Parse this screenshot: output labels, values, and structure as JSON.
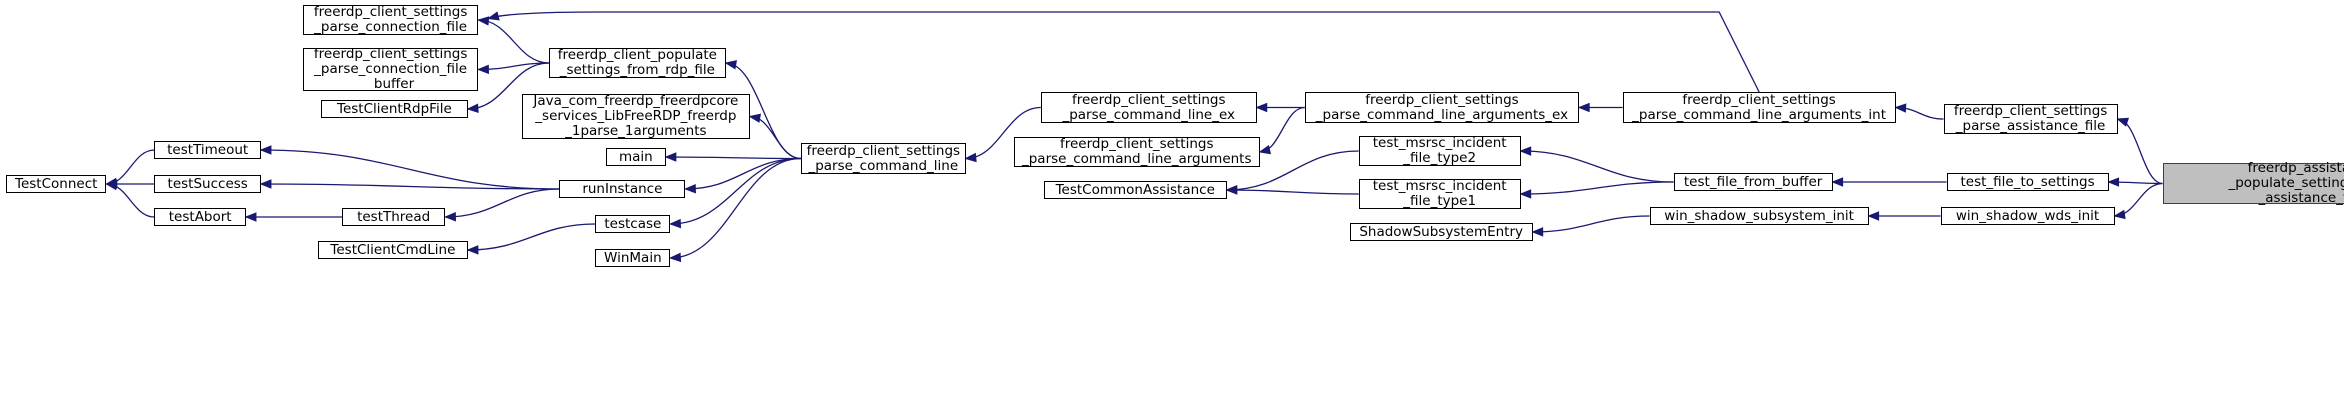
{
  "graph": {
    "edge_color": "#191970",
    "root_fill": "#bfbfbf",
    "node_fill": "#ffffff",
    "nodes": {
      "root": [
        "freerdp_assistance",
        "_populate_settings_from",
        "_assistance_file"
      ],
      "parse_assistance_file": [
        "freerdp_client_settings",
        "_parse_assistance_file"
      ],
      "file_to_settings": [
        "test_file_to_settings"
      ],
      "wds_init": [
        "win_shadow_wds_init"
      ],
      "args_int": [
        "freerdp_client_settings",
        "_parse_command_line_arguments_int"
      ],
      "file_from_buffer": [
        "test_file_from_buffer"
      ],
      "subsystem_init": [
        "win_shadow_subsystem_init"
      ],
      "parse_connection_file": [
        "freerdp_client_settings",
        "_parse_connection_file"
      ],
      "args_ex": [
        "freerdp_client_settings",
        "_parse_command_line_arguments_ex"
      ],
      "incident_type2": [
        "test_msrsc_incident",
        "_file_type2"
      ],
      "common_assistance": [
        "TestCommonAssistance"
      ],
      "incident_type1": [
        "test_msrsc_incident",
        "_file_type1"
      ],
      "shadow_entry": [
        "ShadowSubsystemEntry"
      ],
      "line_ex": [
        "freerdp_client_settings",
        "_parse_command_line_ex"
      ],
      "line_args": [
        "freerdp_client_settings",
        "_parse_command_line_arguments"
      ],
      "parse_command_line": [
        "freerdp_client_settings",
        "_parse_command_line"
      ],
      "populate_rdp": [
        "freerdp_client_populate",
        "_settings_from_rdp_file"
      ],
      "java": [
        "Java_com_freerdp_freerdpcore",
        "_services_LibFreeRDP_freerdp",
        "_1parse_1arguments"
      ],
      "main": [
        "main"
      ],
      "run_instance": [
        "runInstance"
      ],
      "testcase": [
        "testcase"
      ],
      "winmain": [
        "WinMain"
      ],
      "connection_file_buffer": [
        "freerdp_client_settings",
        "_parse_connection_file",
        "_buffer"
      ],
      "client_rdp_file": [
        "TestClientRdpFile"
      ],
      "test_timeout": [
        "testTimeout"
      ],
      "test_success": [
        "testSuccess"
      ],
      "test_abort": [
        "testAbort"
      ],
      "test_thread": [
        "testThread"
      ],
      "client_cmd_line": [
        "TestClientCmdLine"
      ],
      "test_connect": [
        "TestConnect"
      ]
    }
  }
}
